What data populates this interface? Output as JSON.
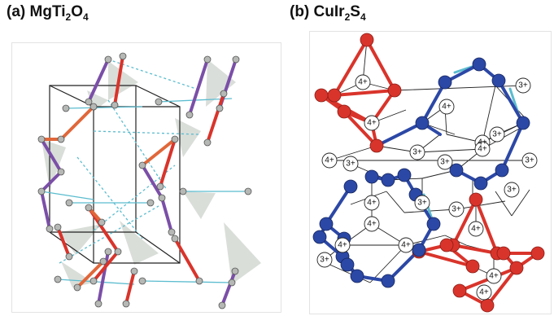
{
  "panel_a": {
    "label": "(a)",
    "formula": {
      "el1": "Mg",
      "el2": "Ti",
      "sub2": "2",
      "el3": "O",
      "sub3": "4"
    }
  },
  "panel_b": {
    "label": "(b)",
    "formula": {
      "el1": "Cu",
      "el2": "Ir",
      "sub2": "2",
      "el3": "S",
      "sub3": "4"
    },
    "charge_labels": [
      "4+",
      "4+",
      "3+",
      "4+",
      "4+",
      "3+",
      "3+",
      "4+",
      "4+",
      "3+",
      "3+",
      "3+",
      "4+",
      "3+",
      "3+",
      "3+",
      "4+",
      "4+",
      "3+",
      "4+",
      "4+",
      "4+",
      "4+"
    ]
  },
  "colors": {
    "red": "#d9342b",
    "blue": "#2c48a6",
    "purple": "#7b4fa8",
    "orange": "#e06a3a",
    "cyan": "#5bbccf",
    "black": "#222222",
    "grey_shade": "#c9cfc9"
  }
}
